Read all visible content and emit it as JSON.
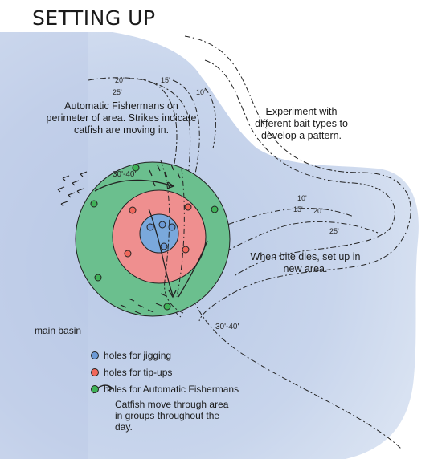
{
  "title": "SETTING UP",
  "notes": {
    "automatic": "Automatic Fishermans on perimeter of area. Strikes indicate catfish are moving in.",
    "experiment": "Experiment with different bait types to develop a pattern.",
    "new_area": "When bite dies, set up in new area."
  },
  "labels": {
    "main_basin": "main basin",
    "ring_depth": "30'-40'",
    "basin_depth": "30'-40'"
  },
  "depth_labels": {
    "d20_top": "20'",
    "d15_top": "15'",
    "d25_top": "25'",
    "d10_top": "10'",
    "d10_right": "10'",
    "d15_right": "15'",
    "d20_right": "20'",
    "d25_right": "25'"
  },
  "legend": {
    "jigging": "holes for jigging",
    "tipups": "holes for tip-ups",
    "automatic": "holes for Automatic Fishermans",
    "catfish": "Catfish move through area in groups throughout the day."
  },
  "colors": {
    "outer_ring": "#6bbf8e",
    "middle_ring": "#ef8f8f",
    "inner_ring": "#7aa8dc",
    "jig_hole": "#6c9ad6",
    "tipup_hole": "#f0675b",
    "auto_hole": "#3fb257",
    "water": "#c9d6ec"
  }
}
